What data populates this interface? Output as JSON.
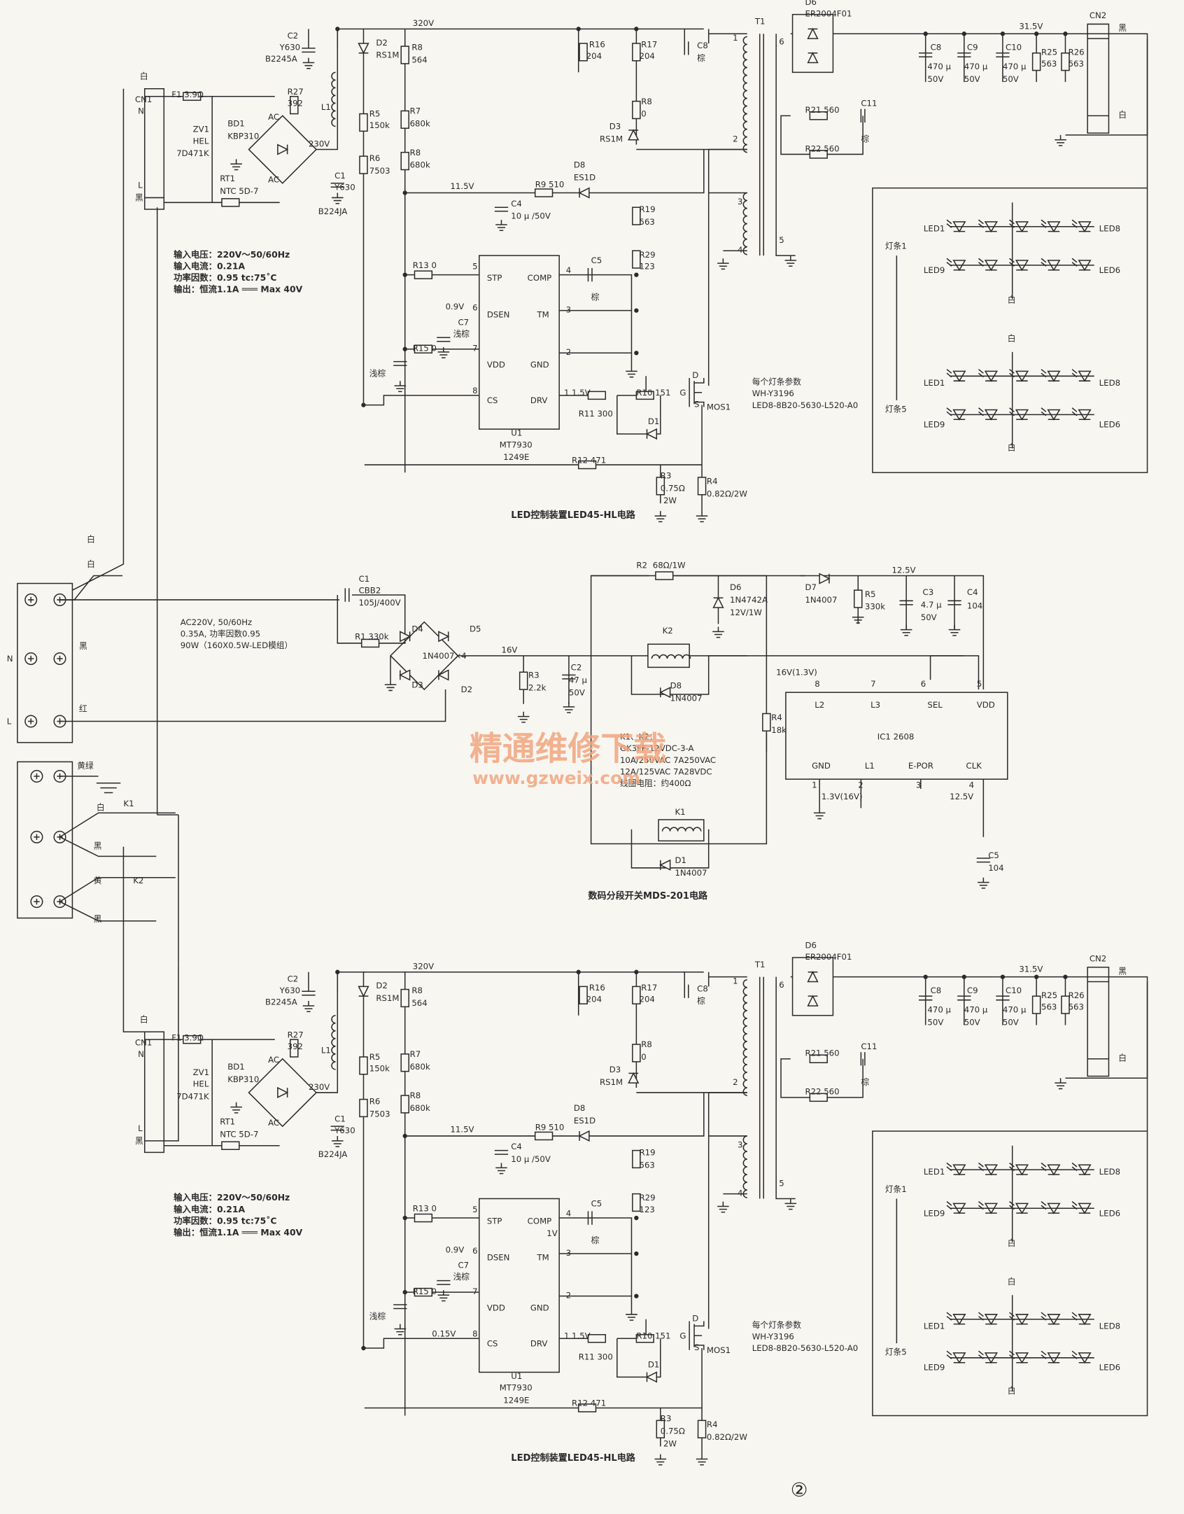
{
  "led45_circuit": {
    "rail_320v": "320V",
    "c2": "C2",
    "c2_type": "Y630",
    "c2_val": "B2245A",
    "d2": "D2",
    "d2_type": "RS1M",
    "r8a": "R8",
    "r8a_val": "564",
    "r16": "R16",
    "r16_val": "204",
    "r17": "R17",
    "r17_val": "204",
    "c8a": "C8",
    "c8a_val": "棕",
    "t1": "T1",
    "d6": "D6",
    "d6_type": "ER2004F01",
    "v_out": "31.5V",
    "cn2": "CN2",
    "cn2_black": "黑",
    "cn2_white": "白",
    "c8b": "C8",
    "c8b_val": "470 µ",
    "c8b_v": "50V",
    "c9": "C9",
    "c9_val": "470 µ",
    "c9_v": "50V",
    "c10": "C10",
    "c10_val": "470 µ",
    "c10_v": "50V",
    "r25": "R25",
    "r25_val": "563",
    "r26": "R26",
    "r26_val": "563",
    "cn1_white": "白",
    "cn1": "CN1",
    "cn1_n": "N",
    "f1": "F1  3.9Ω",
    "zv1": "ZV1",
    "zv1_type": "HEL",
    "zv1_val": "7D471K",
    "bd1": "BD1",
    "bd1_type": "KBP310",
    "ac1": "AC",
    "ac2": "AC",
    "v230": "230V",
    "r27": "R27",
    "r27_val": "392",
    "l1": "L1",
    "r5": "R5",
    "r5_val": "150k",
    "r7": "R7",
    "r7_val": "680k",
    "r8b": "R8",
    "r8b_val": "680k",
    "r6": "R6",
    "r6_val": "7503",
    "rt1": "RT1",
    "rt1_type": "NTC 5D-7",
    "cn1_l": "L",
    "cn1_black": "黑",
    "c1": "C1",
    "c1_type": "Y630",
    "c1_val": "B224JA",
    "r8c": "R8",
    "r8c_val": "0",
    "d3": "D3",
    "d3_type": "RS1M",
    "tp1": "1",
    "tp2": "2",
    "tp3": "3",
    "tp4": "4",
    "tp5": "5",
    "tp6": "6",
    "r21": "R21  560",
    "r22": "R22  560",
    "c11": "C11",
    "c11_val": "棕",
    "v11": "11.5V",
    "r9": "R9  510",
    "d8": "D8",
    "d8_type": "ES1D",
    "c4": "C4",
    "c4_val": "10 µ /50V",
    "r19": "R19",
    "r19_val": "563",
    "r29": "R29",
    "r29_val": "123",
    "r13": "R13  0",
    "p5": "5",
    "stp": "STP",
    "comp": "COMP",
    "p4": "4",
    "c5": "C5",
    "c5_val": "棕",
    "v09": "0.9V",
    "p6": "6",
    "dsen": "DSEN",
    "tm": "TM",
    "p3": "3",
    "c7": "C7",
    "c7_val": "浅棕",
    "r15": "R15  0",
    "p7": "7",
    "vdd": "VDD",
    "gnd": "GND",
    "p2": "2",
    "cap_brown": "浅棕",
    "p8": "8",
    "cs": "CS",
    "drv": "DRV",
    "p1": "1",
    "v15": "1.5V",
    "r10": "R10  151",
    "r11": "R11  300",
    "d1": "D1",
    "g": "G",
    "d": "D",
    "s": "S",
    "mos1": "MOS1",
    "u1": "U1",
    "u1_type": "MT7930",
    "u1_code": "1249E",
    "r12": "R12  471",
    "r3": "R3",
    "r3_val": "0.75Ω",
    "r3_w": "2W",
    "r4": "R4",
    "r4_val": "0.82Ω/2W",
    "title": "LED控制装置LED45-HL电路",
    "specs": [
      "输入电压：220V～50/60Hz",
      "输入电流：0.21A",
      "功率因数：0.95  tc:75˚C",
      "输出：恒流1.1A ═══ Max  40V"
    ],
    "strip_params": [
      "每个灯条参数",
      "WH-Y3196",
      "LED8-8B20-5630-L520-A0"
    ],
    "strip": {
      "led1": "LED1",
      "led8": "LED8",
      "led9": "LED9",
      "led6": "LED6",
      "bar1": "灯条1",
      "bar5": "灯条5",
      "white": "白"
    }
  },
  "led45_bottom_extras": {
    "comp_v": "1V",
    "cs_v": "0.15V"
  },
  "wiring": {
    "white1": "白",
    "white2": "白",
    "n": "N",
    "l": "L",
    "black": "黑",
    "red": "红",
    "yellow_green": "黄绿",
    "white3": "白",
    "k1": "K1",
    "black2": "黑",
    "yellow": "黄",
    "k2": "K2",
    "black3": "黑"
  },
  "mds201": {
    "c1": "C1",
    "c1_type": "CBB2",
    "c1_val": "105J/400V",
    "r1": "R1  330k",
    "d4": "D4",
    "d5": "D5",
    "d3": "D3",
    "d2": "D2",
    "bridge": "1N4007×4",
    "spec": [
      "AC220V, 50/60Hz",
      "0.35A, 功率因数0.95",
      "90W（160X0.5W-LED模组）"
    ],
    "v16": "16V",
    "r3": "R3",
    "r3_val": "2.2k",
    "c2": "C2",
    "c2_val": "47 µ",
    "c2_v": "50V",
    "r2": "R2",
    "r2_val": "68Ω/1W",
    "d6": "D6",
    "d6_type": "1N4742A",
    "d6_val": "12V/1W",
    "d7": "D7",
    "d7_type": "1N4007",
    "r5": "R5",
    "r5_val": "330k",
    "v125": "12.5V",
    "c3": "C3",
    "c3_val": "4.7 µ",
    "c3_v": "50V",
    "c4": "C4",
    "c4_val": "104",
    "k2": "K2",
    "d8": "D8",
    "d8_type": "1N4007",
    "v16b": "16V(1.3V)",
    "p8": "8",
    "p7": "7",
    "p6": "6",
    "p5": "5",
    "l2": "L2",
    "l3": "L3",
    "sel": "SEL",
    "vdd": "VDD",
    "r4": "R4",
    "r4_val": "18k",
    "ic": "IC1 2608",
    "gnd": "GND",
    "l1": "L1",
    "epor": "E-POR",
    "clk": "CLK",
    "p1": "1",
    "v13": "1.3V(16V)",
    "p2": "2",
    "p3": "3",
    "p4": "4",
    "v125b": "12.5V",
    "relay_info": [
      "K1、K2：",
      "GK3FF-12VDC-3-A",
      "10A/250VAC  7A250VAC",
      "12A/125VAC  7A28VDC",
      "线圈电阻：约400Ω"
    ],
    "k1": "K1",
    "d1": "D1",
    "d1_type": "1N4007",
    "c5": "C5",
    "c5_val": "104",
    "title": "数码分段开关MDS-201电路"
  },
  "watermark": {
    "cn": "精通维修下载",
    "url": "www.gzweix.com"
  },
  "figure_number": "②"
}
